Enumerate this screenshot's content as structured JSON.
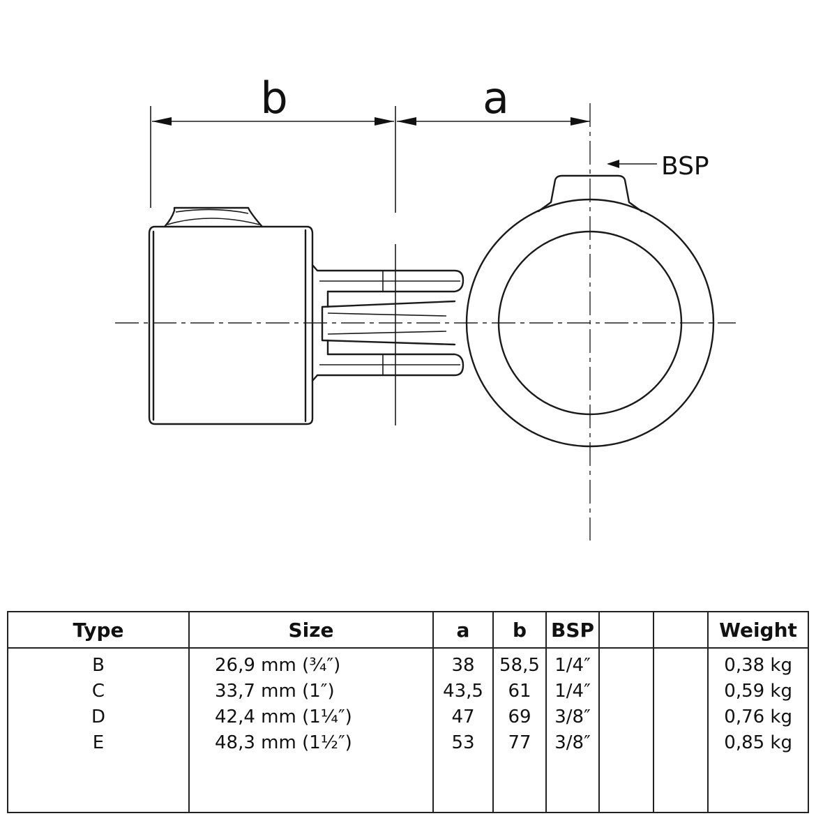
{
  "drawing": {
    "dim_b_label": "b",
    "dim_a_label": "a",
    "bsp_label": "BSP"
  },
  "table": {
    "headers": {
      "type": "Type",
      "size": "Size",
      "a": "a",
      "b": "b",
      "bsp": "BSP",
      "blank1": "",
      "blank2": "",
      "weight": "Weight"
    },
    "rows": [
      {
        "type": "B",
        "size": "26,9 mm (¾″)",
        "a": "38",
        "b": "58,5",
        "bsp": "1/4″",
        "weight": "0,38 kg"
      },
      {
        "type": "C",
        "size": "33,7 mm (1″)",
        "a": "43,5",
        "b": "61",
        "bsp": "1/4″",
        "weight": "0,59 kg"
      },
      {
        "type": "D",
        "size": "42,4 mm (1¼″)",
        "a": "47",
        "b": "69",
        "bsp": "3/8″",
        "weight": "0,76 kg"
      },
      {
        "type": "E",
        "size": "48,3 mm (1½″)",
        "a": "53",
        "b": "77",
        "bsp": "3/8″",
        "weight": "0,85 kg"
      }
    ]
  }
}
